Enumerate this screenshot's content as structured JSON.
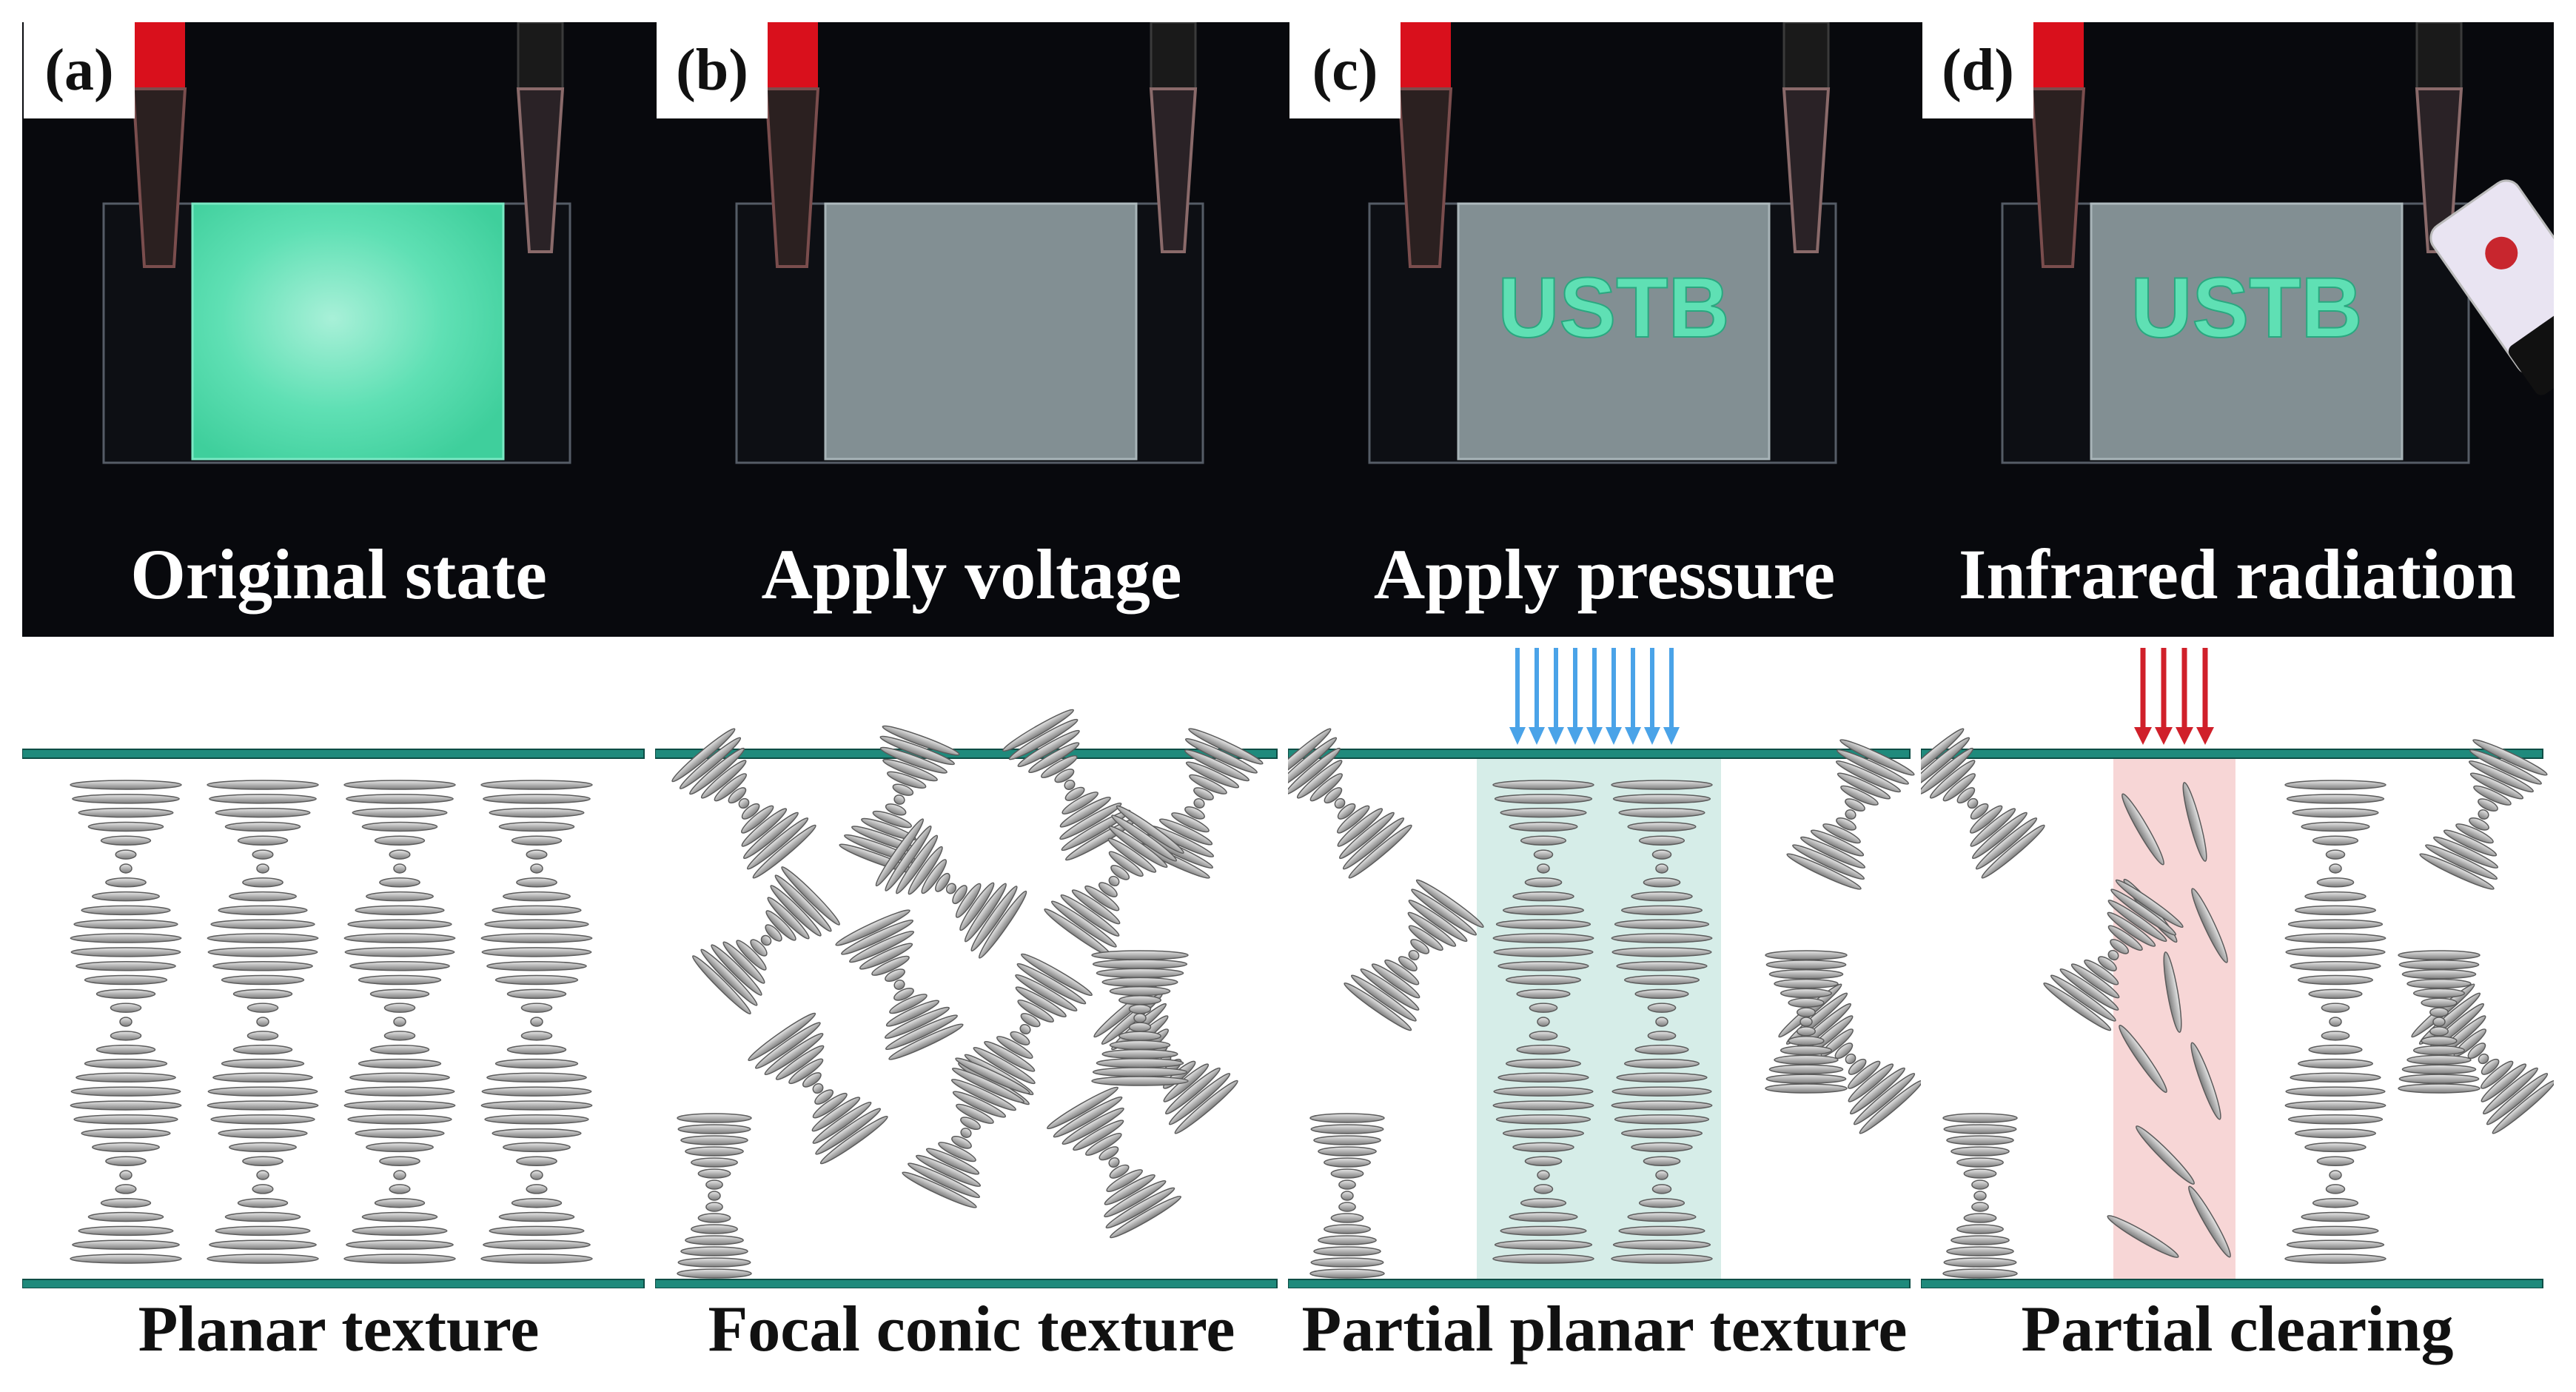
{
  "panels": [
    {
      "letter": "(a)",
      "photo_caption": "Original state",
      "texture_caption": "Planar texture",
      "glow": "full"
    },
    {
      "letter": "(b)",
      "photo_caption": "Apply voltage",
      "texture_caption": "Focal conic texture",
      "glow": "none"
    },
    {
      "letter": "(c)",
      "photo_caption": "Apply pressure",
      "photo_text": "USTB",
      "texture_caption": "Partial planar texture",
      "stimulus": "pressure-arrows"
    },
    {
      "letter": "(d)",
      "photo_caption": "Infrared radiation",
      "photo_text": "USTB",
      "texture_caption": "Partial clearing",
      "stimulus": "infrared-arrows"
    }
  ],
  "colors": {
    "glow_green": "#5fe0b4",
    "cell_gray": "#8c9a9e",
    "electrode_teal": "#1f8a7c",
    "pressure_arrow": "#4aa3e8",
    "infrared_arrow": "#d0202a",
    "planar_region": "#cfeae4",
    "clearing_region": "#f6d2d2"
  }
}
